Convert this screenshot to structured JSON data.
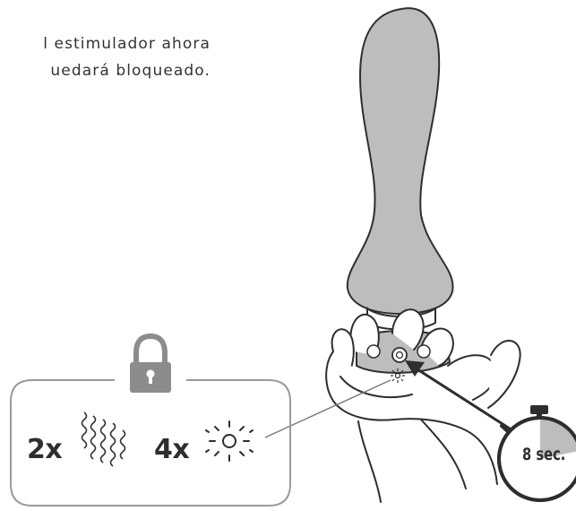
{
  "instruction": {
    "line1": "l estimulador ahora",
    "line2": "uedará bloqueado."
  },
  "lock_panel": {
    "vibration_count": "2x",
    "light_count": "4x",
    "lock_icon": "padlock-icon",
    "vibration_icon": "wavy-lines-icon",
    "light_icon": "blinking-light-icon"
  },
  "timer": {
    "label": "8 sec.",
    "icon": "stopwatch-icon",
    "highlight_color": "#bdbdbd"
  },
  "colors": {
    "device_fill": "#bdbdbd",
    "outline": "#2e2e2e",
    "panel_border": "#9a9a9a",
    "lock_fill": "#8c8c8c"
  }
}
